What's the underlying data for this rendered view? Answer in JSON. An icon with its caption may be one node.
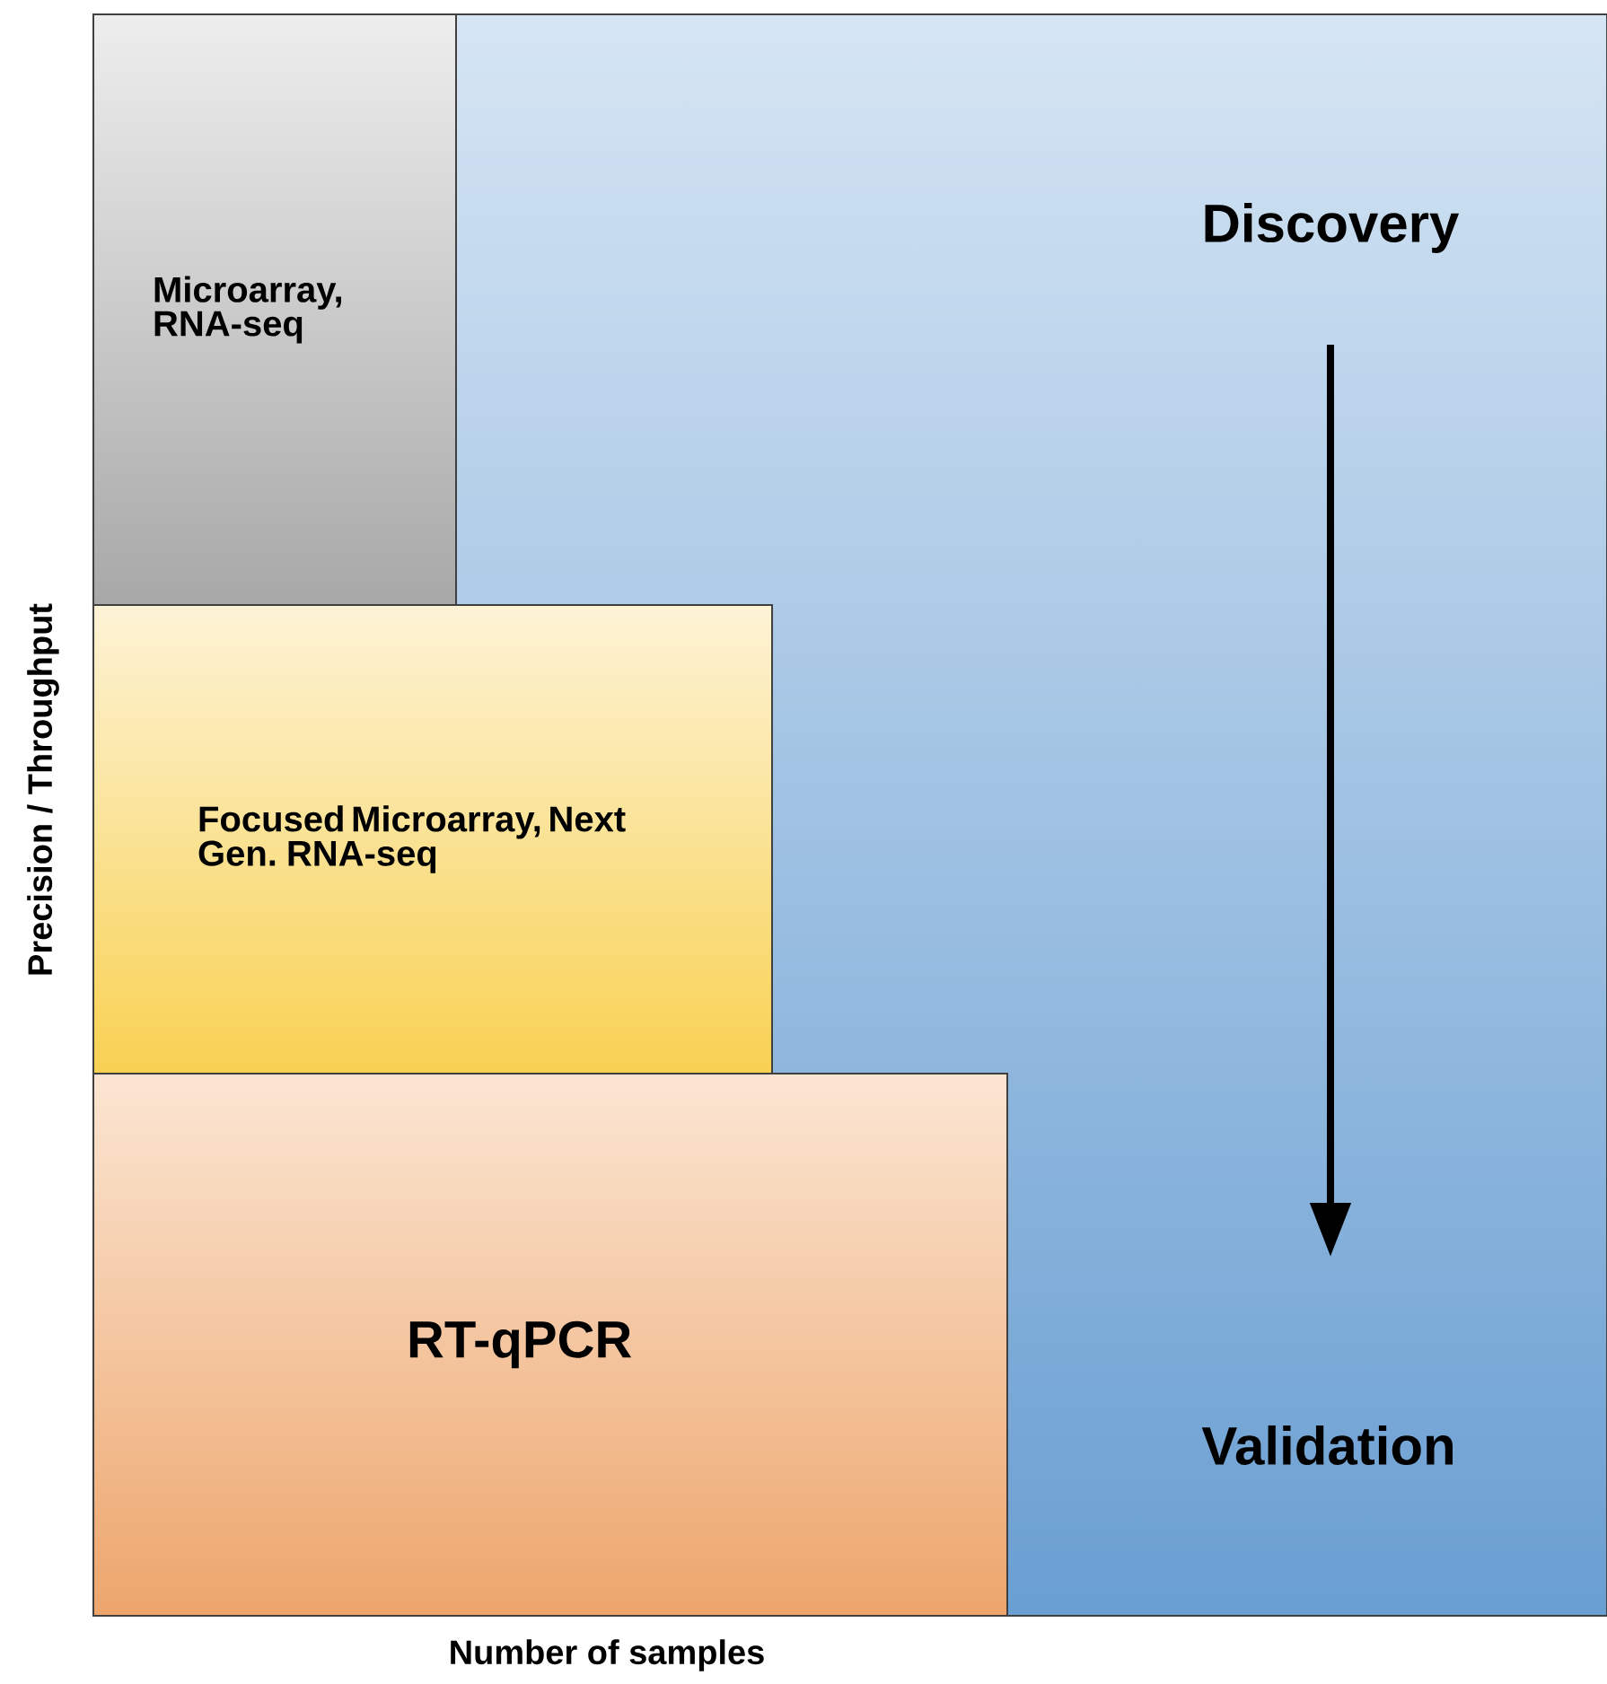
{
  "diagram": {
    "nodes": [
      {
        "text": [
          "Discovery",
          "Validation"
        ]
      },
      {
        "text": [
          "Microarray, RNA-seq"
        ],
        "in": 0
      },
      {
        "text": [
          "Focused Microarray, Next Gen. RNA-seq"
        ],
        "in": 0
      },
      {
        "text": [
          "RT-qPCR"
        ],
        "in": 0
      }
    ],
    "labels": [
      "Precision / Throughput",
      "Number of samples"
    ]
  }
}
